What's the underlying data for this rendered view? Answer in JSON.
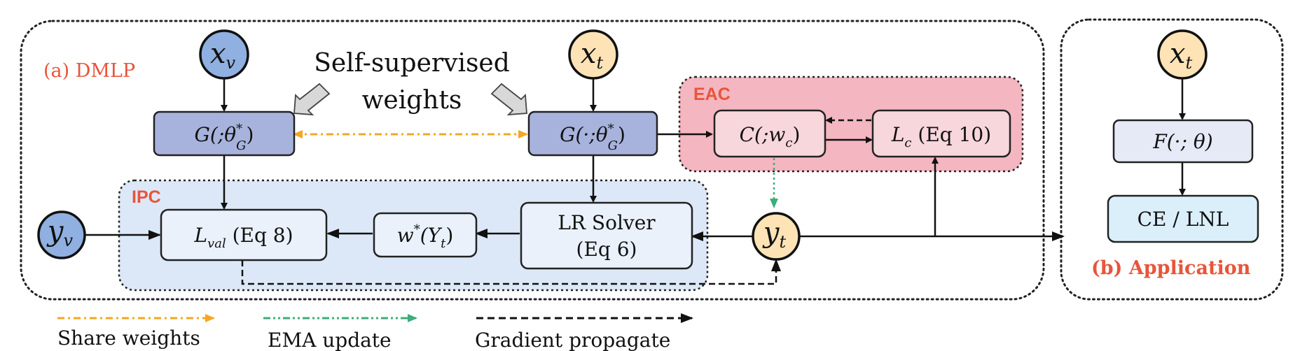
{
  "panels": {
    "dmlp_label": "(a) DMLP",
    "app_label": "(b) Application",
    "eac_label": "EAC",
    "ipc_label": "IPC"
  },
  "nodes": {
    "xv": {
      "base": "x",
      "sub": "v"
    },
    "xt": {
      "base": "x",
      "sub": "t"
    },
    "xt_app": {
      "base": "x",
      "sub": "t"
    },
    "yv": {
      "base": "y",
      "sub": "v"
    },
    "yt": {
      "base": "y",
      "sub": "t"
    }
  },
  "boxes": {
    "g_left": {
      "pre": "G(;",
      "theta": "θ",
      "sup": "*",
      "sub": "G",
      "post": ")"
    },
    "g_right": {
      "pre": "G(·;",
      "theta": "θ",
      "sup": "*",
      "sub": "G",
      "post": ")"
    },
    "c_box": {
      "pre": "C(;",
      "w": "w",
      "sub": "c",
      "post": ")"
    },
    "lc_box": {
      "l": "L",
      "sub": "c",
      "post": " (Eq 10)"
    },
    "lval_box": {
      "l": "L",
      "sub": "val",
      "post": "  (Eq 8)"
    },
    "w_box": {
      "pre": "w",
      "sup": "*",
      "mid": "(Y",
      "sub": "t",
      "post": ")"
    },
    "lr_box": {
      "line1": "LR Solver",
      "line2": "(Eq 6)"
    },
    "f_box": {
      "text": "F(·; θ)"
    },
    "ce_box": {
      "text": "CE / LNL"
    }
  },
  "annotation": {
    "line1": "Self-supervised",
    "line2": "weights"
  },
  "legend": {
    "share": "Share weights",
    "ema": "EMA update",
    "grad": "Gradient propagate"
  },
  "colors": {
    "orange_label": "#e8553a",
    "node_blue": "#8fb0e0",
    "node_orange": "#fde3b5",
    "box_purple": "#a7b3dc",
    "box_light": "#e6e9f6",
    "ipc_fill": "#dce8f7",
    "eac_fill": "#f4b6c0",
    "ce_fill": "#dbeffa",
    "share_arrow": "#f5a623",
    "ema_arrow": "#3cae7a"
  }
}
